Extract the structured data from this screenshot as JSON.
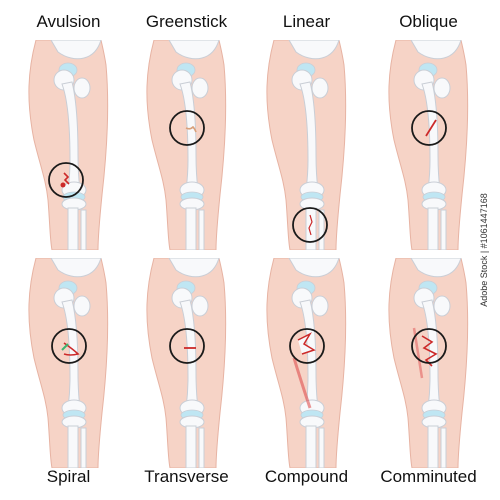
{
  "title_top": [
    "Avulsion",
    "Greenstick",
    "Linear",
    "Oblique"
  ],
  "title_bottom": [
    "Spiral",
    "Transverse",
    "Compound",
    "Comminuted"
  ],
  "stock_id": "Adobe Stock | #1061447168",
  "colors": {
    "skin": "#f6d3c6",
    "skin_edge": "#e7b3a3",
    "bone": "#f8f9fb",
    "bone_edge": "#c9ced6",
    "cartilage": "#bfe6f3",
    "fracture": "#cc2a2a",
    "callus": "#f1dcc8",
    "ring": "#1a1a1a"
  },
  "panels": [
    {
      "name": "avulsion",
      "type": "avulsion",
      "ring": "knee"
    },
    {
      "name": "greenstick",
      "type": "greenstick",
      "ring": "mid"
    },
    {
      "name": "linear",
      "type": "linear",
      "ring": "lower"
    },
    {
      "name": "oblique",
      "type": "oblique",
      "ring": "mid"
    },
    {
      "name": "spiral",
      "type": "spiral",
      "ring": "mid"
    },
    {
      "name": "transverse",
      "type": "transverse",
      "ring": "mid"
    },
    {
      "name": "compound",
      "type": "compound",
      "ring": "mid"
    },
    {
      "name": "comminuted",
      "type": "comminuted",
      "ring": "mid"
    }
  ]
}
